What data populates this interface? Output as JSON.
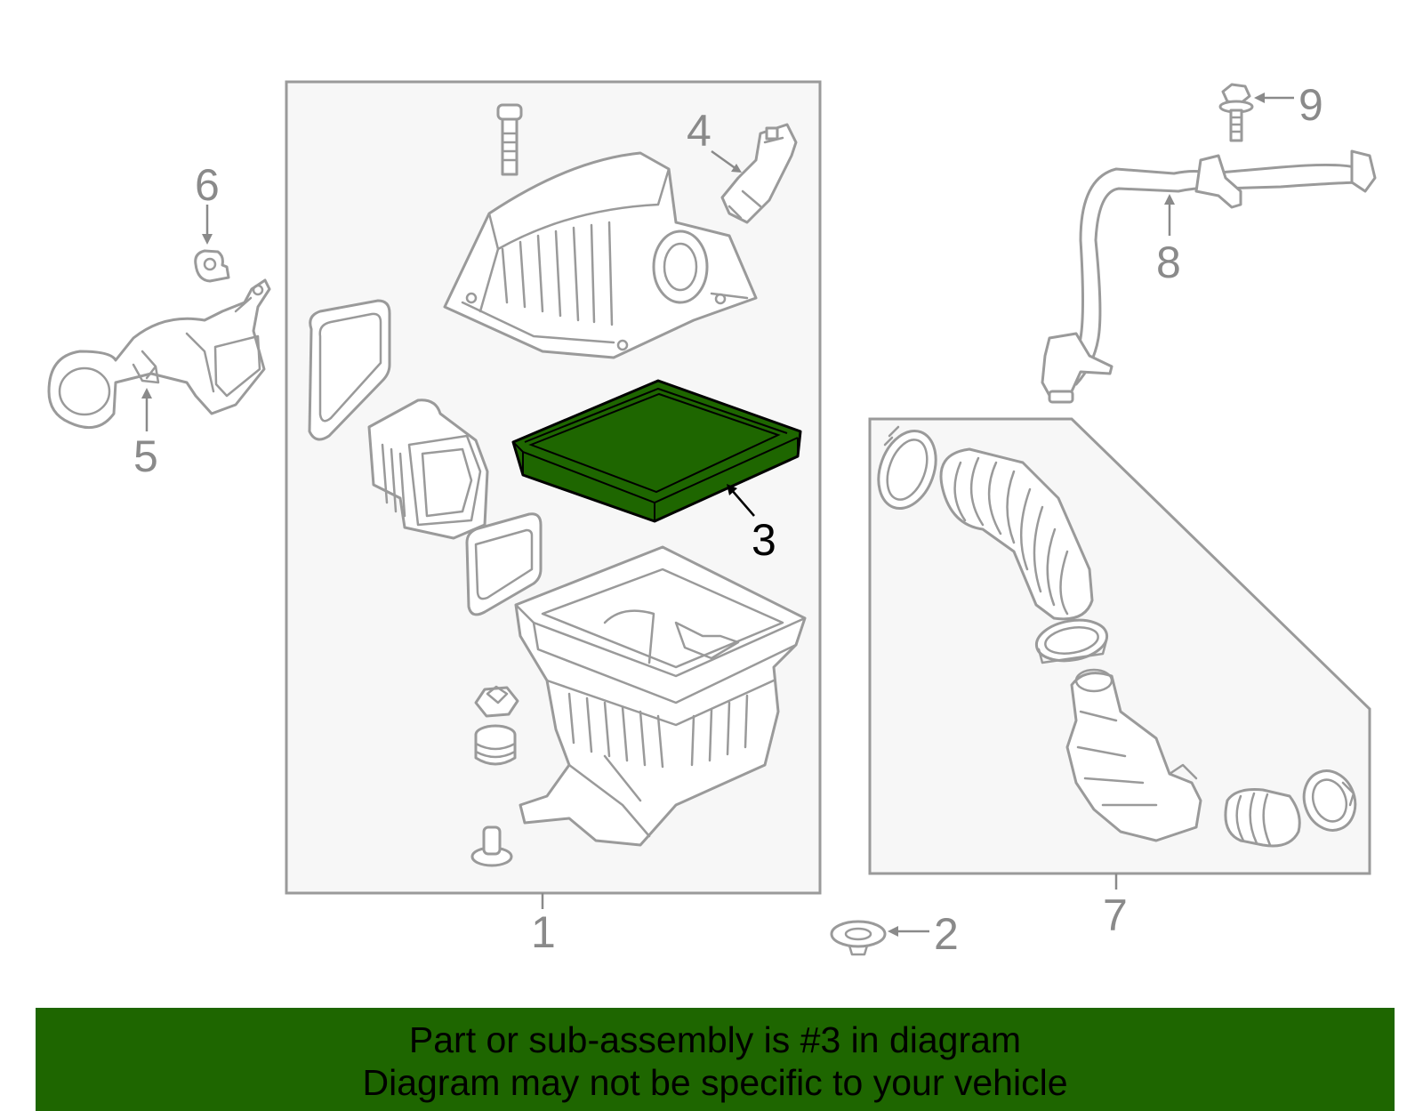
{
  "callouts": {
    "c1": "1",
    "c2": "2",
    "c3": "3",
    "c4": "4",
    "c5": "5",
    "c6": "6",
    "c7": "7",
    "c8": "8",
    "c9": "9"
  },
  "highlight": {
    "part_number": "3",
    "color": "#1e6600"
  },
  "colors": {
    "line": "#9a9a9a",
    "box_fill": "#f7f7f7",
    "banner": "#1e6600"
  },
  "banner": {
    "line1": "Part or sub-assembly is #3 in diagram",
    "line2": "Diagram may not be specific to your vehicle"
  }
}
